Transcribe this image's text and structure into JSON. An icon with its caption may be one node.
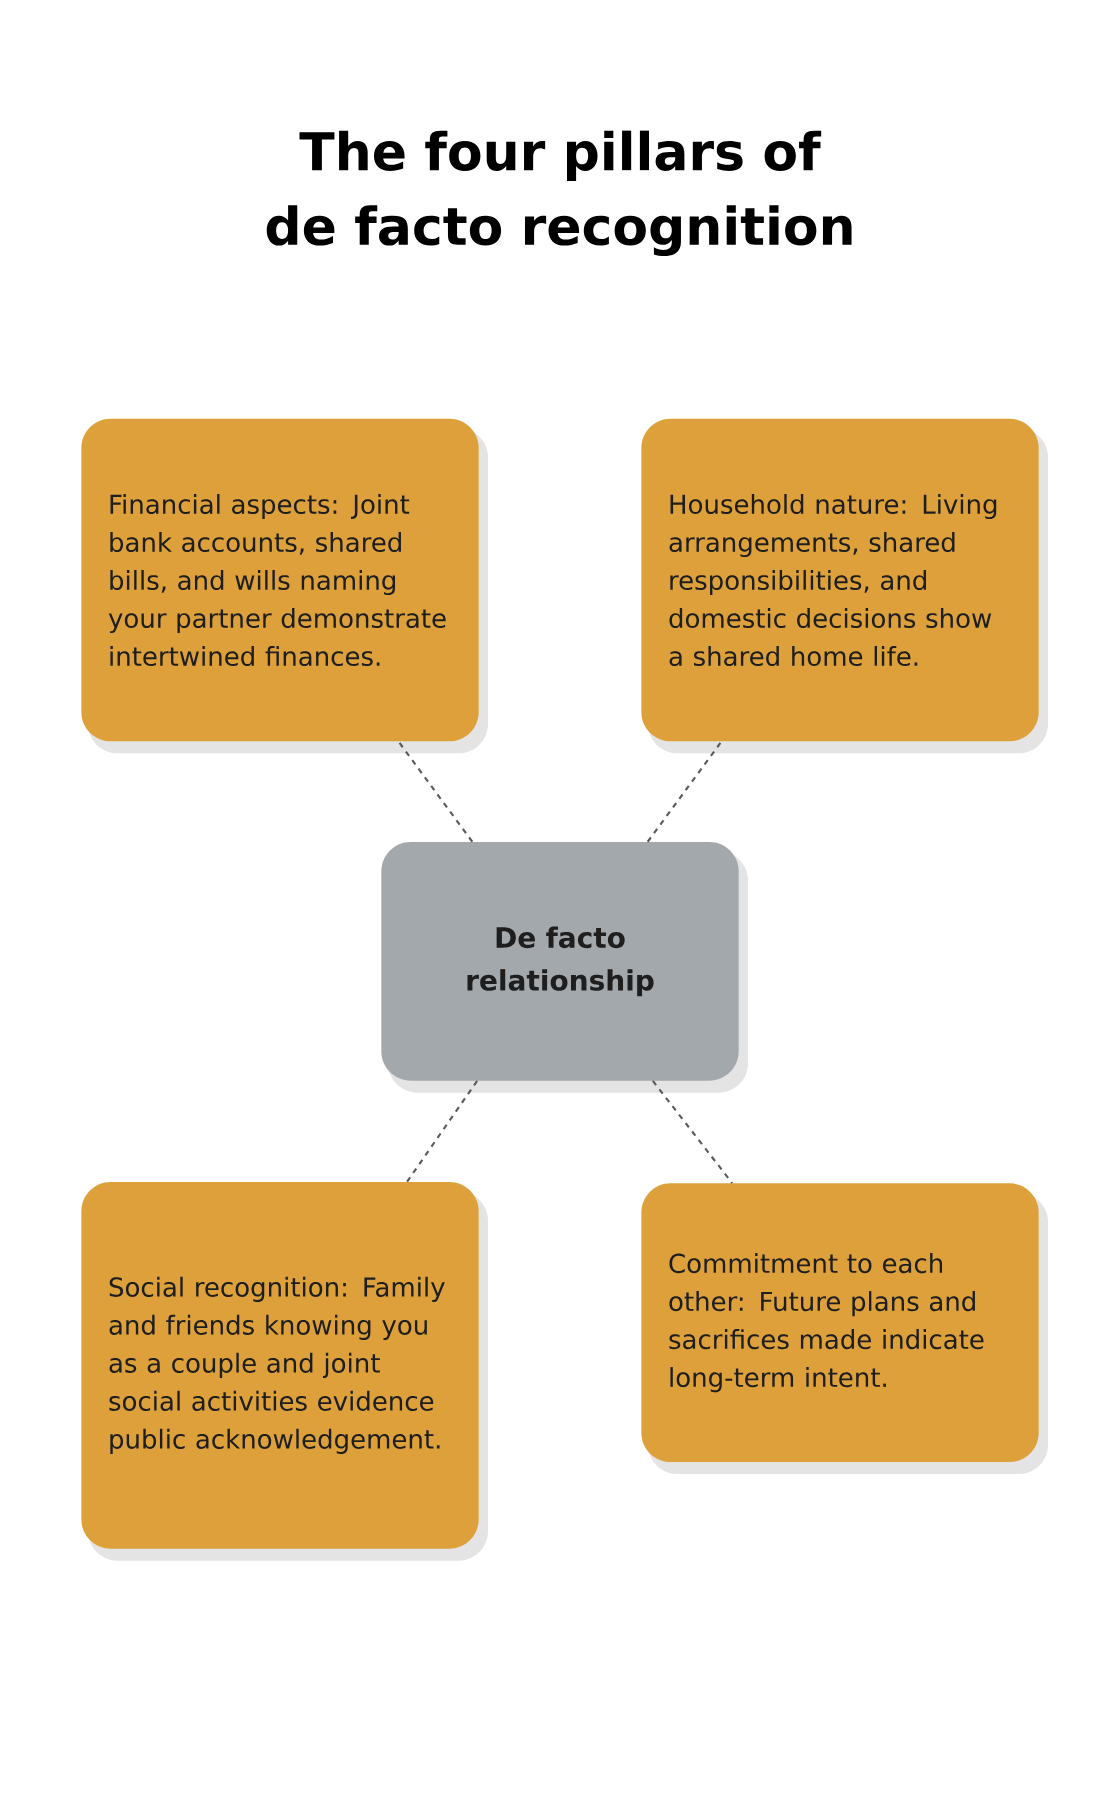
{
  "diagram": {
    "title": "The four pillars of de facto recognition",
    "nodes": [
      {
        "text": [
          "Financial aspects: Joint bank accounts, shared bills, and wills naming your partner demonstrate intertwined finances."
        ]
      },
      {
        "text": [
          "Household nature: Living arrangements, shared responsibilities, and domestic decisions show a shared home life."
        ]
      },
      {
        "text": [
          "De facto relationship"
        ]
      },
      {
        "text": [
          "Social recognition: Family and friends knowing you as a couple and joint social activities evidence public acknowledgement."
        ]
      },
      {
        "text": [
          "Commitment to each other: Future plans and sacrifices made indicate long-term intent."
        ]
      }
    ],
    "edges": [
      {
        "from": 2,
        "to": 0,
        "arrow": "none",
        "style": "dashed"
      },
      {
        "from": 2,
        "to": 1,
        "arrow": "none",
        "style": "dashed"
      },
      {
        "from": 2,
        "to": 3,
        "arrow": "none",
        "style": "dashed"
      },
      {
        "from": 2,
        "to": 4,
        "arrow": "none",
        "style": "dashed"
      }
    ]
  }
}
